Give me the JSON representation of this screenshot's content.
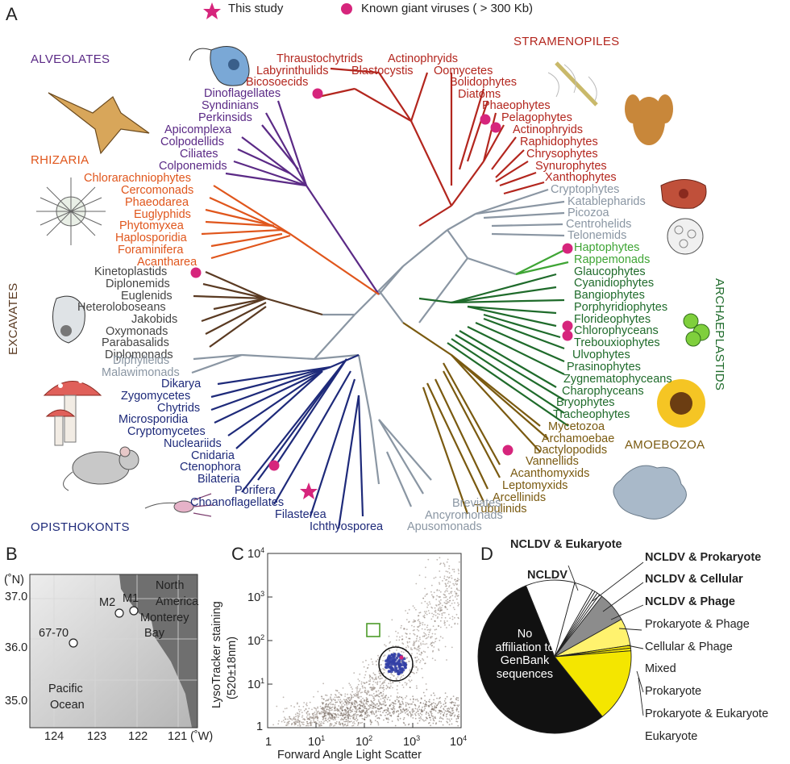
{
  "panels": {
    "a": "A",
    "b": "B",
    "c": "C",
    "d": "D"
  },
  "legend": {
    "this_study": "This study",
    "known_giant": "Known giant viruses ( > 300 Kb)",
    "star_color": "#d6257c",
    "dot_color": "#d6257c"
  },
  "groups": {
    "alveolates": "ALVEOLATES",
    "stramenopiles": "STRAMENOPILES",
    "rhizaria": "RHIZARIA",
    "excavates": "EXCAVATES",
    "archaeplastids": "ARCHAEPLASTIDS",
    "amoebozoa": "AMOEBOZOA",
    "opisthokonts": "OPISTHOKONTS"
  },
  "colors": {
    "alveolates": "#5b2a86",
    "stramenopiles": "#b3261e",
    "rhizaria": "#e0561c",
    "excavates": "#5a3a22",
    "grey": "#8a96a3",
    "archaeplastids": "#1f6b2b",
    "haptophytes": "#3fa535",
    "amoebozoa": "#7a5a10",
    "opisthokonts": "#1e2a7a"
  },
  "taxa": {
    "thraustochytrids": "Thraustochytrids",
    "actinophryids_top": "Actinophryids",
    "labyrinthulids": "Labyrinthulids",
    "blastocystis": "Blastocystis",
    "oomycetes": "Oomycetes",
    "bicosoecids": "Bicosoecids",
    "bolidophytes": "Bolidophytes",
    "diatoms": "Diatoms",
    "phaeophytes": "Phaeophytes",
    "pelagophytes": "Pelagophytes",
    "actinophryids": "Actinophryids",
    "raphidophytes": "Raphidophytes",
    "chrysophytes": "Chrysophytes",
    "synurophytes": "Synurophytes",
    "xanthophytes": "Xanthophytes",
    "dinoflagellates": "Dinoflagellates",
    "syndinians": "Syndinians",
    "perkinsids": "Perkinsids",
    "apicomplexa": "Apicomplexa",
    "colpodellids": "Colpodellids",
    "ciliates": "Ciliates",
    "colponemids": "Colponemids",
    "chlorarachniophytes": "Chlorarachniophytes",
    "cercomonads": "Cercomonads",
    "phaeodarea": "Phaeodarea",
    "euglyphids": "Euglyphids",
    "phytomyxea": "Phytomyxea",
    "haplosporidia": "Haplosporidia",
    "foraminifera": "Foraminifera",
    "acantharea": "Acantharea",
    "kinetoplastids": "Kinetoplastids",
    "diplonemids": "Diplonemids",
    "euglenids": "Euglenids",
    "heteroloboseans": "Heteroloboseans",
    "jakobids": "Jakobids",
    "oxymonads": "Oxymonads",
    "parabasalids": "Parabasalids",
    "diplomonads": "Diplomonads",
    "diphylleids": "Diphylleids",
    "malawimonads": "Malawimonads",
    "dikarya": "Dikarya",
    "zygomycetes": "Zygomycetes",
    "chytrids": "Chytrids",
    "microsporidia": "Microsporidia",
    "cryptomycetes": "Cryptomycetes",
    "nucleariids": "Nucleariids",
    "cnidaria": "Cnidaria",
    "ctenophora": "Ctenophora",
    "bilateria": "Bilateria",
    "porifera": "Porifera",
    "choanoflagellates": "Choanoflagellates",
    "filasterea": "Filasterea",
    "ichthyosporea": "Ichthyosporea",
    "cryptophytes": "Cryptophytes",
    "katablepharids": "Katablepharids",
    "picozoa": "Picozoa",
    "centrohelids": "Centrohelids",
    "telonemids": "Telonemids",
    "haptophytes": "Haptophytes",
    "rappemonads": "Rappemonads",
    "glaucophytes": "Glaucophytes",
    "cyanidiophytes": "Cyanidiophytes",
    "bangiophytes": "Bangiophytes",
    "porphyridiophytes": "Porphyridiophytes",
    "florideophytes": "Florideophytes",
    "chlorophyceans": "Chlorophyceans",
    "trebouxiophytes": "Trebouxiophytes",
    "ulvophytes": "Ulvophytes",
    "prasinophytes": "Prasinophytes",
    "zygnematophyceans": "Zygnematophyceans",
    "charophyceans": "Charophyceans",
    "bryophytes": "Bryophytes",
    "tracheophytes": "Tracheophytes",
    "mycetozoa": "Mycetozoa",
    "archamoebae": "Archamoebae",
    "dactylopodids": "Dactylopodids",
    "vannellids": "Vannellids",
    "acanthomyxids": "Acanthomyxids",
    "leptomyxids": "Leptomyxids",
    "arcellinids": "Arcellinids",
    "tubulinids": "Tubulinids",
    "breviates": "Breviates",
    "ancyromonads": "Ancyromonads",
    "apusomonads": "Apusomonads"
  },
  "map": {
    "lat_unit": "(˚N)",
    "lon_unit": "(˚W)",
    "lat_ticks": [
      "37.0",
      "36.0",
      "35.0"
    ],
    "lon_ticks": [
      "124",
      "123",
      "122",
      "121"
    ],
    "stations": [
      {
        "name": "M1"
      },
      {
        "name": "M2"
      },
      {
        "name": "67-70"
      }
    ],
    "labels": {
      "north_america_1": "North",
      "north_america_2": "America",
      "monterey_1": "Monterey",
      "monterey_2": "Bay",
      "pacific_1": "Pacific",
      "pacific_2": "Ocean"
    }
  },
  "scatter": {
    "xlabel": "Forward Angle Light Scatter",
    "ylabel_1": "LysoTracker staining",
    "ylabel_2": "(520±18nm)",
    "x_ticks": [
      "1",
      "10",
      "10",
      "10",
      "10"
    ],
    "x_exps": [
      "",
      "1",
      "2",
      "3",
      "4"
    ],
    "y_ticks": [
      "1",
      "10",
      "10",
      "10",
      "10"
    ],
    "y_exps": [
      "",
      "1",
      "2",
      "3",
      "4"
    ]
  },
  "chart_data": {
    "type": "pie",
    "labels": [
      "No affiliation to GenBank sequences",
      "NCLDV",
      "NCLDV & Eukaryote",
      "NCLDV & Prokaryote",
      "NCLDV & Cellular",
      "NCLDV & Phage",
      "Prokaryote & Phage",
      "Cellular & Phage",
      "Mixed",
      "Prokaryote",
      "Prokaryote & Eukaryote",
      "Eukaryote"
    ],
    "values": [
      47.5,
      9,
      3.5,
      0.5,
      0.5,
      0.5,
      0.5,
      5.5,
      5,
      0.5,
      0.5,
      13.5
    ],
    "colors": [
      "#111111",
      "#ffffff",
      "#ffffff",
      "#ffffff",
      "#ffffff",
      "#ffffff",
      "#ffffff",
      "#8c8c8c",
      "#fff26e",
      "#f4e600",
      "#f4e600",
      "#f4e600"
    ],
    "center_text": [
      "No",
      "affiliation to",
      "GenBank",
      "sequences"
    ]
  }
}
